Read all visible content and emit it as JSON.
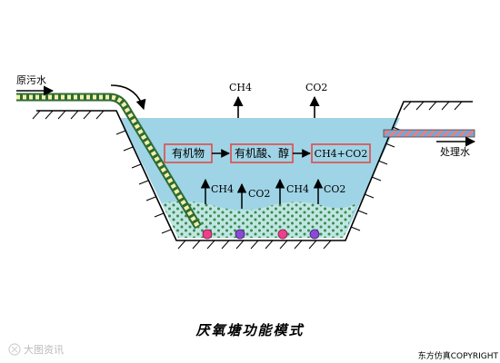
{
  "labels": {
    "inflow": "原污水",
    "outflow": "处理水",
    "top_gas_left": "CH4",
    "top_gas_right": "CO2",
    "box_organic": "有机物",
    "box_acids": "有机酸、醇",
    "box_products": "CH4+CO2",
    "bubble_ch4_1": "CH4",
    "bubble_co2_1": "CO2",
    "bubble_ch4_2": "CH4",
    "bubble_co2_2": "CO2",
    "caption": "厌氧塘功能模式",
    "watermark": "大图资讯",
    "copyright": "东方仿真COPYRIGHT"
  },
  "colors": {
    "water": "#9ed4e6",
    "water_edge": "#6fb4cc",
    "sludge": "#bfe6e2",
    "sludge_dot": "#3a8a4e",
    "pipe_fill": "#f4f0a8",
    "pipe_line": "#2e6b35",
    "out_pipe_red": "#e88080",
    "out_pipe_blue": "#6da8e0",
    "box_border": "#e24a4a",
    "bubble_pink": "#ee3f8a",
    "bubble_purple": "#8a4ad4",
    "ink": "#000000"
  }
}
